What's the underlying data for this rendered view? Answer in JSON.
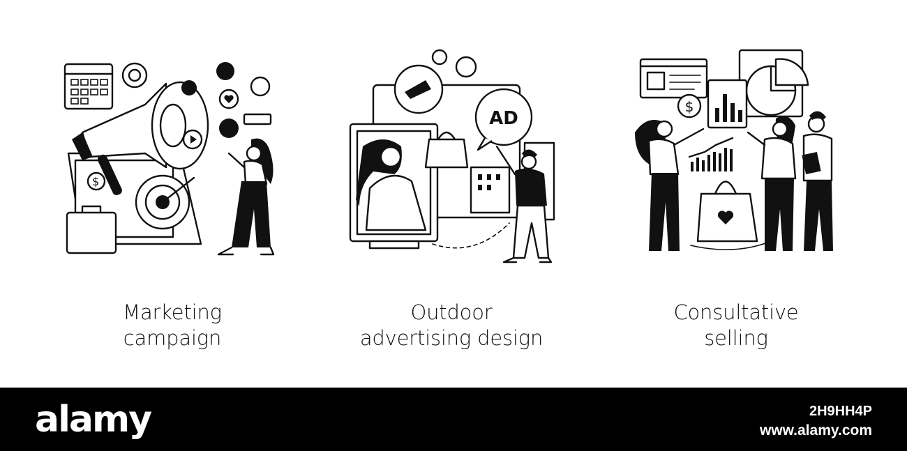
{
  "panels": [
    {
      "title_line1": "Marketing",
      "title_line2": "campaign",
      "illustration": "megaphone-target-woman"
    },
    {
      "title_line1": "Outdoor",
      "title_line2": "advertising design",
      "illustration": "billboard-ad-man",
      "ad_text": "AD"
    },
    {
      "title_line1": "Consultative",
      "title_line2": "selling",
      "illustration": "dashboard-shopping-people",
      "currency_symbol": "$"
    }
  ],
  "footer": {
    "brand": "alamy",
    "image_id": "2H9HH4P",
    "site": "www.alamy.com",
    "background": "#000000"
  }
}
